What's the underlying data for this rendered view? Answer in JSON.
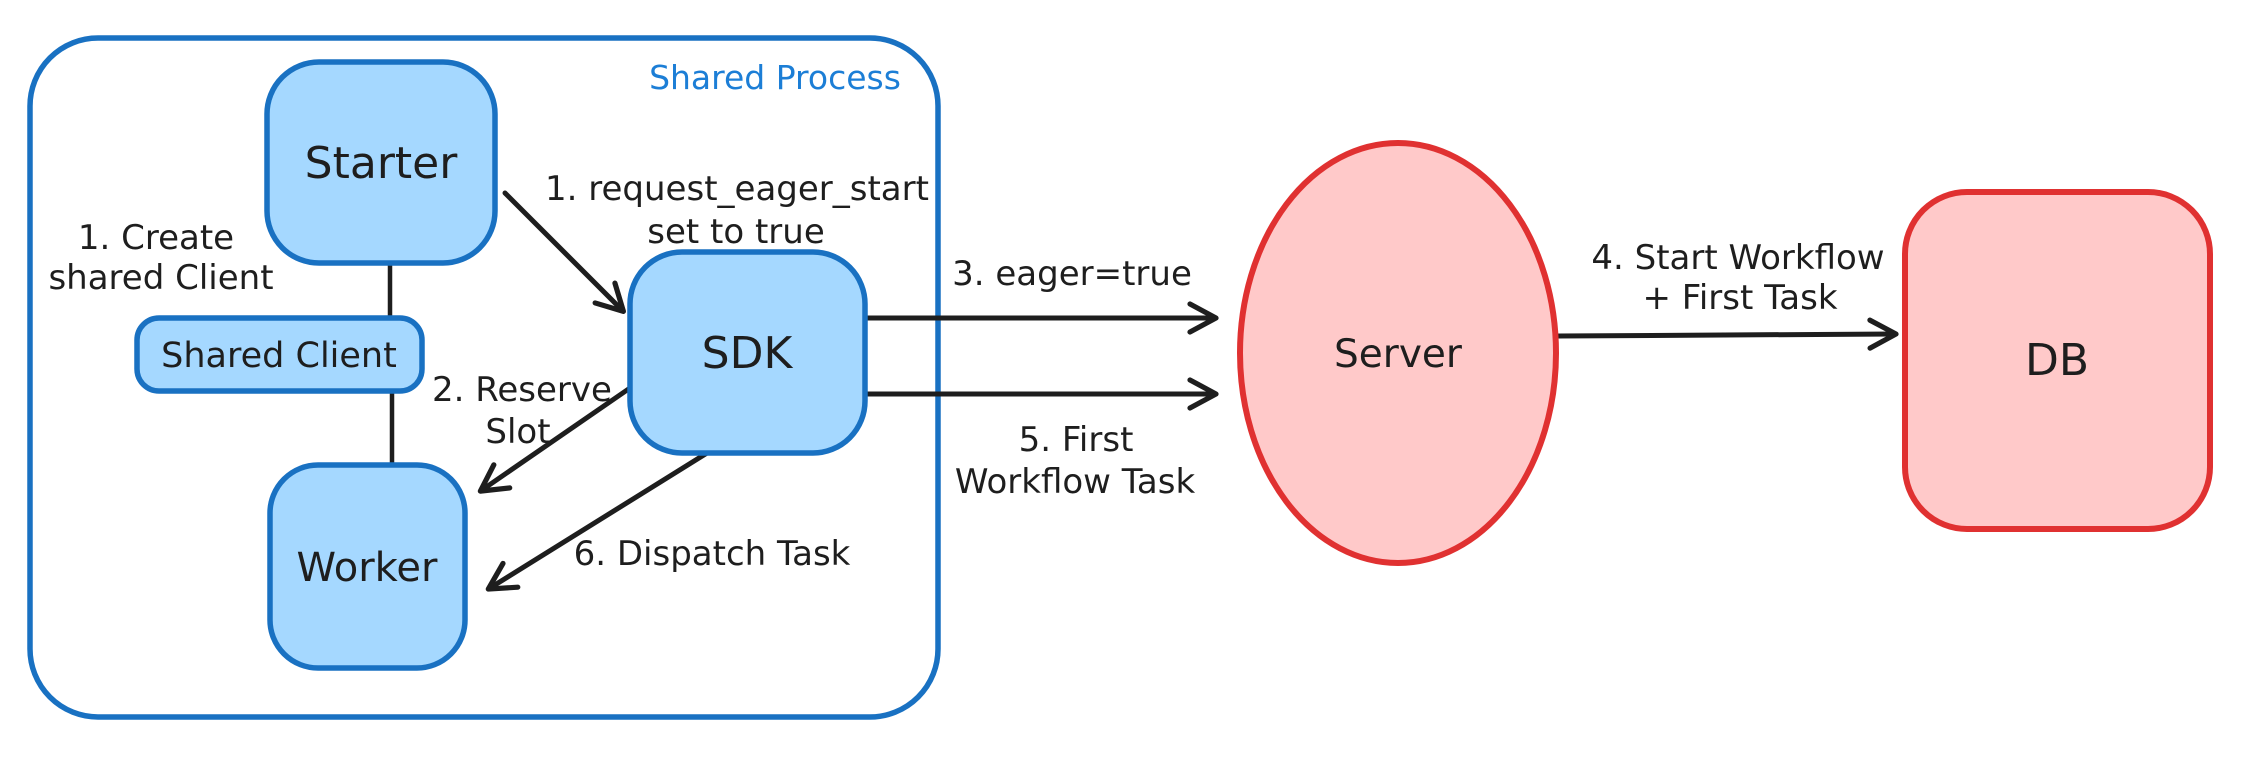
{
  "diagram": {
    "container": {
      "title": "Shared Process"
    },
    "nodes": {
      "starter": {
        "label": "Starter"
      },
      "shared_client": {
        "label": "Shared Client"
      },
      "worker": {
        "label": "Worker"
      },
      "sdk": {
        "label": "SDK"
      },
      "server": {
        "label": "Server"
      },
      "db": {
        "label": "DB"
      }
    },
    "annotations": {
      "create_shared_client": {
        "line1": "1. Create",
        "line2": "shared Client"
      },
      "request_eager_start": {
        "line1": "1. request_eager_start",
        "line2": "set to true"
      },
      "reserve_slot": {
        "line1": "2. Reserve",
        "line2": "Slot"
      },
      "eager_true": {
        "line1": "3. eager=true"
      },
      "start_workflow": {
        "line1": "4. Start Workflow",
        "line2": "+ First Task"
      },
      "first_workflow_task": {
        "line1": "5. First",
        "line2": "Workflow Task"
      },
      "dispatch_task": {
        "line1": "6. Dispatch Task"
      }
    },
    "connections": [
      {
        "from": "Starter",
        "to": "Shared Client",
        "label": "1. Create shared Client",
        "type": "line"
      },
      {
        "from": "Shared Client",
        "to": "Worker",
        "label": "",
        "type": "line"
      },
      {
        "from": "Starter",
        "to": "SDK",
        "label": "1. request_eager_start set to true",
        "type": "arrow"
      },
      {
        "from": "SDK",
        "to": "Worker",
        "label": "2. Reserve Slot",
        "type": "arrow"
      },
      {
        "from": "SDK",
        "to": "Server",
        "label": "3. eager=true",
        "type": "arrow"
      },
      {
        "from": "Server",
        "to": "DB",
        "label": "4. Start Workflow + First Task",
        "type": "arrow"
      },
      {
        "from": "SDK",
        "to": "Server",
        "label": "5. First Workflow Task",
        "type": "arrow"
      },
      {
        "from": "SDK",
        "to": "Worker",
        "label": "6. Dispatch Task",
        "type": "arrow"
      }
    ],
    "colors": {
      "blue_stroke": "#1971c2",
      "blue_fill": "#a5d8ff",
      "blue_label": "#1c7ed6",
      "red_stroke": "#e03131",
      "red_fill": "#ffc9c9",
      "text": "#1e1e1e",
      "background": "#ffffff"
    }
  }
}
